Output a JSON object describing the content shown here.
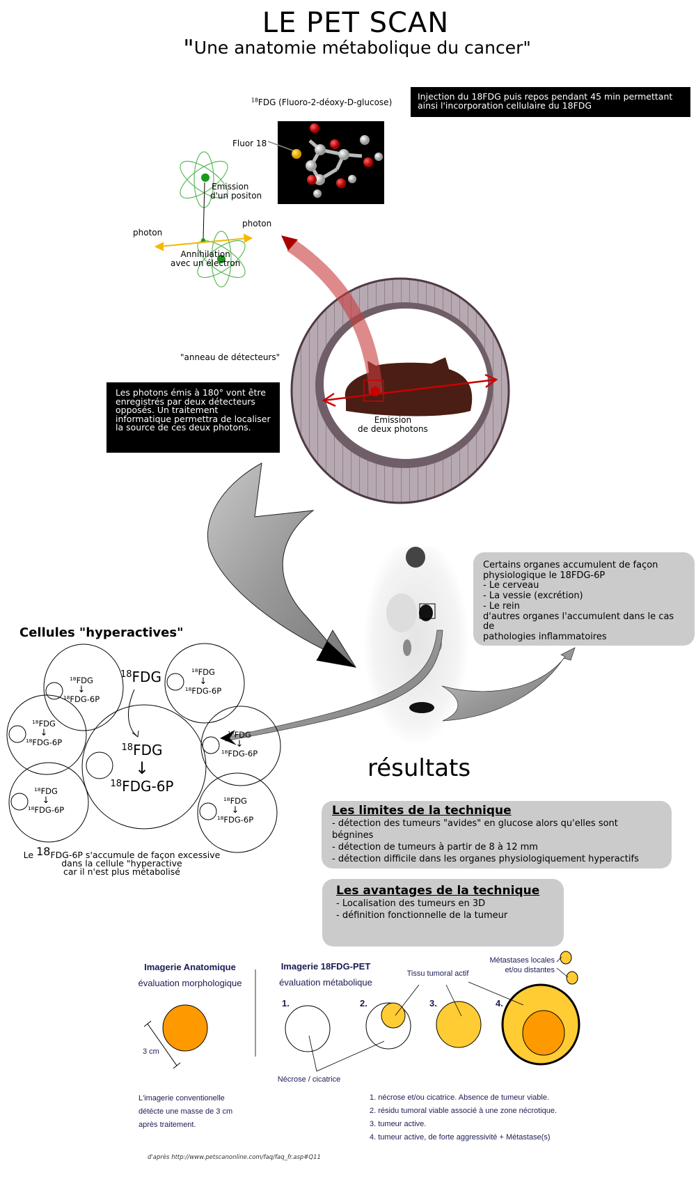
{
  "header": {
    "title": "LE PET SCAN",
    "subtitle_quote_open": "\"",
    "subtitle": "Une anatomie métabolique du cancer\""
  },
  "injection_note": "Injection du 18FDG puis repos pendant 45 min permettant ainsi l'incorporation cellulaire du 18FDG",
  "molecule": {
    "isotope": "18",
    "label": "FDG (Fluoro-2-déoxy-D-glucose)",
    "fluor_label": "Fluor 18"
  },
  "physics": {
    "emission_line1": "Emission",
    "emission_line2": "d'un positon",
    "photon_left": "photon",
    "photon_right": "photon",
    "annihilation_line1": "Annihilation",
    "annihilation_line2": "avec un électron"
  },
  "scanner": {
    "ring_label": "\"anneau de détecteurs\"",
    "emission_line1": "Emission",
    "emission_line2": "de deux photons",
    "explanation": "Les photons émis à 180° vont être enregistrés par deux détecteurs opposés. Un traitement informatique permettra de localiser la source de ces deux photons."
  },
  "cells": {
    "title": "Cellules \"hyperactives\"",
    "isotope": "18",
    "top_label": "FDG",
    "bottom_label": "FDG-6P",
    "arrow": "↓",
    "caption_prefix": "Le ",
    "caption_line1": "FDG-6P s'accumule de façon excessive",
    "caption_line2": "dans la cellule \"hyperactive",
    "caption_line3": "car il n'est plus métabolisé"
  },
  "results": {
    "title": "résultats",
    "organs_note": [
      "Certains organes accumulent de façon",
      "physiologique le 18FDG-6P",
      "- Le cerveau",
      "- La vessie (excrétion)",
      "- Le rein",
      "d'autres organes l'accumulent dans le cas de",
      "pathologies inflammatoires"
    ]
  },
  "limits": {
    "title": "Les limites de la technique",
    "items": [
      "- détection des tumeurs \"avides\" en glucose alors qu'elles sont bégnines",
      "- détection de tumeurs à partir de 8 à 12 mm",
      "- détection difficile dans les organes physiologiquement hyperactifs"
    ]
  },
  "advantages": {
    "title": "Les avantages de la technique",
    "items": [
      "- Localisation des tumeurs en 3D",
      "- définition fonctionnelle de la tumeur"
    ]
  },
  "comparison": {
    "anatomic_title": "Imagerie Anatomique",
    "anatomic_subtitle": "évaluation morphologique",
    "size_label": "3 cm",
    "pet_title": "Imagerie 18FDG-PET",
    "pet_subtitle": "évaluation métabolique",
    "active_tissue_label": "Tissu tumoral actif",
    "metastases_line1": "Métastases locales",
    "metastases_line2": "et/ou distantes",
    "necrosis_label": "Nécrose / cicatrice",
    "stage_numbers": [
      "1.",
      "2.",
      "3.",
      "4."
    ],
    "anatomic_text": [
      "L'imagerie conventionelle",
      "détécte une masse de 3 cm",
      "après traitement."
    ],
    "legend": [
      "1. nécrose et/ou cicatrice. Absence de tumeur viable.",
      "2. résidu tumoral viable associé à une zone nécrotique.",
      "3. tumeur active.",
      "4. tumeur active, de forte aggressivité + Métastase(s)"
    ],
    "colors": {
      "orange": "#ff9900",
      "yellow": "#ffcc33",
      "navy": "#1b1b55"
    }
  },
  "source": "d'après http://www.petscanonline.com/faq/faq_fr.asp#Q11"
}
